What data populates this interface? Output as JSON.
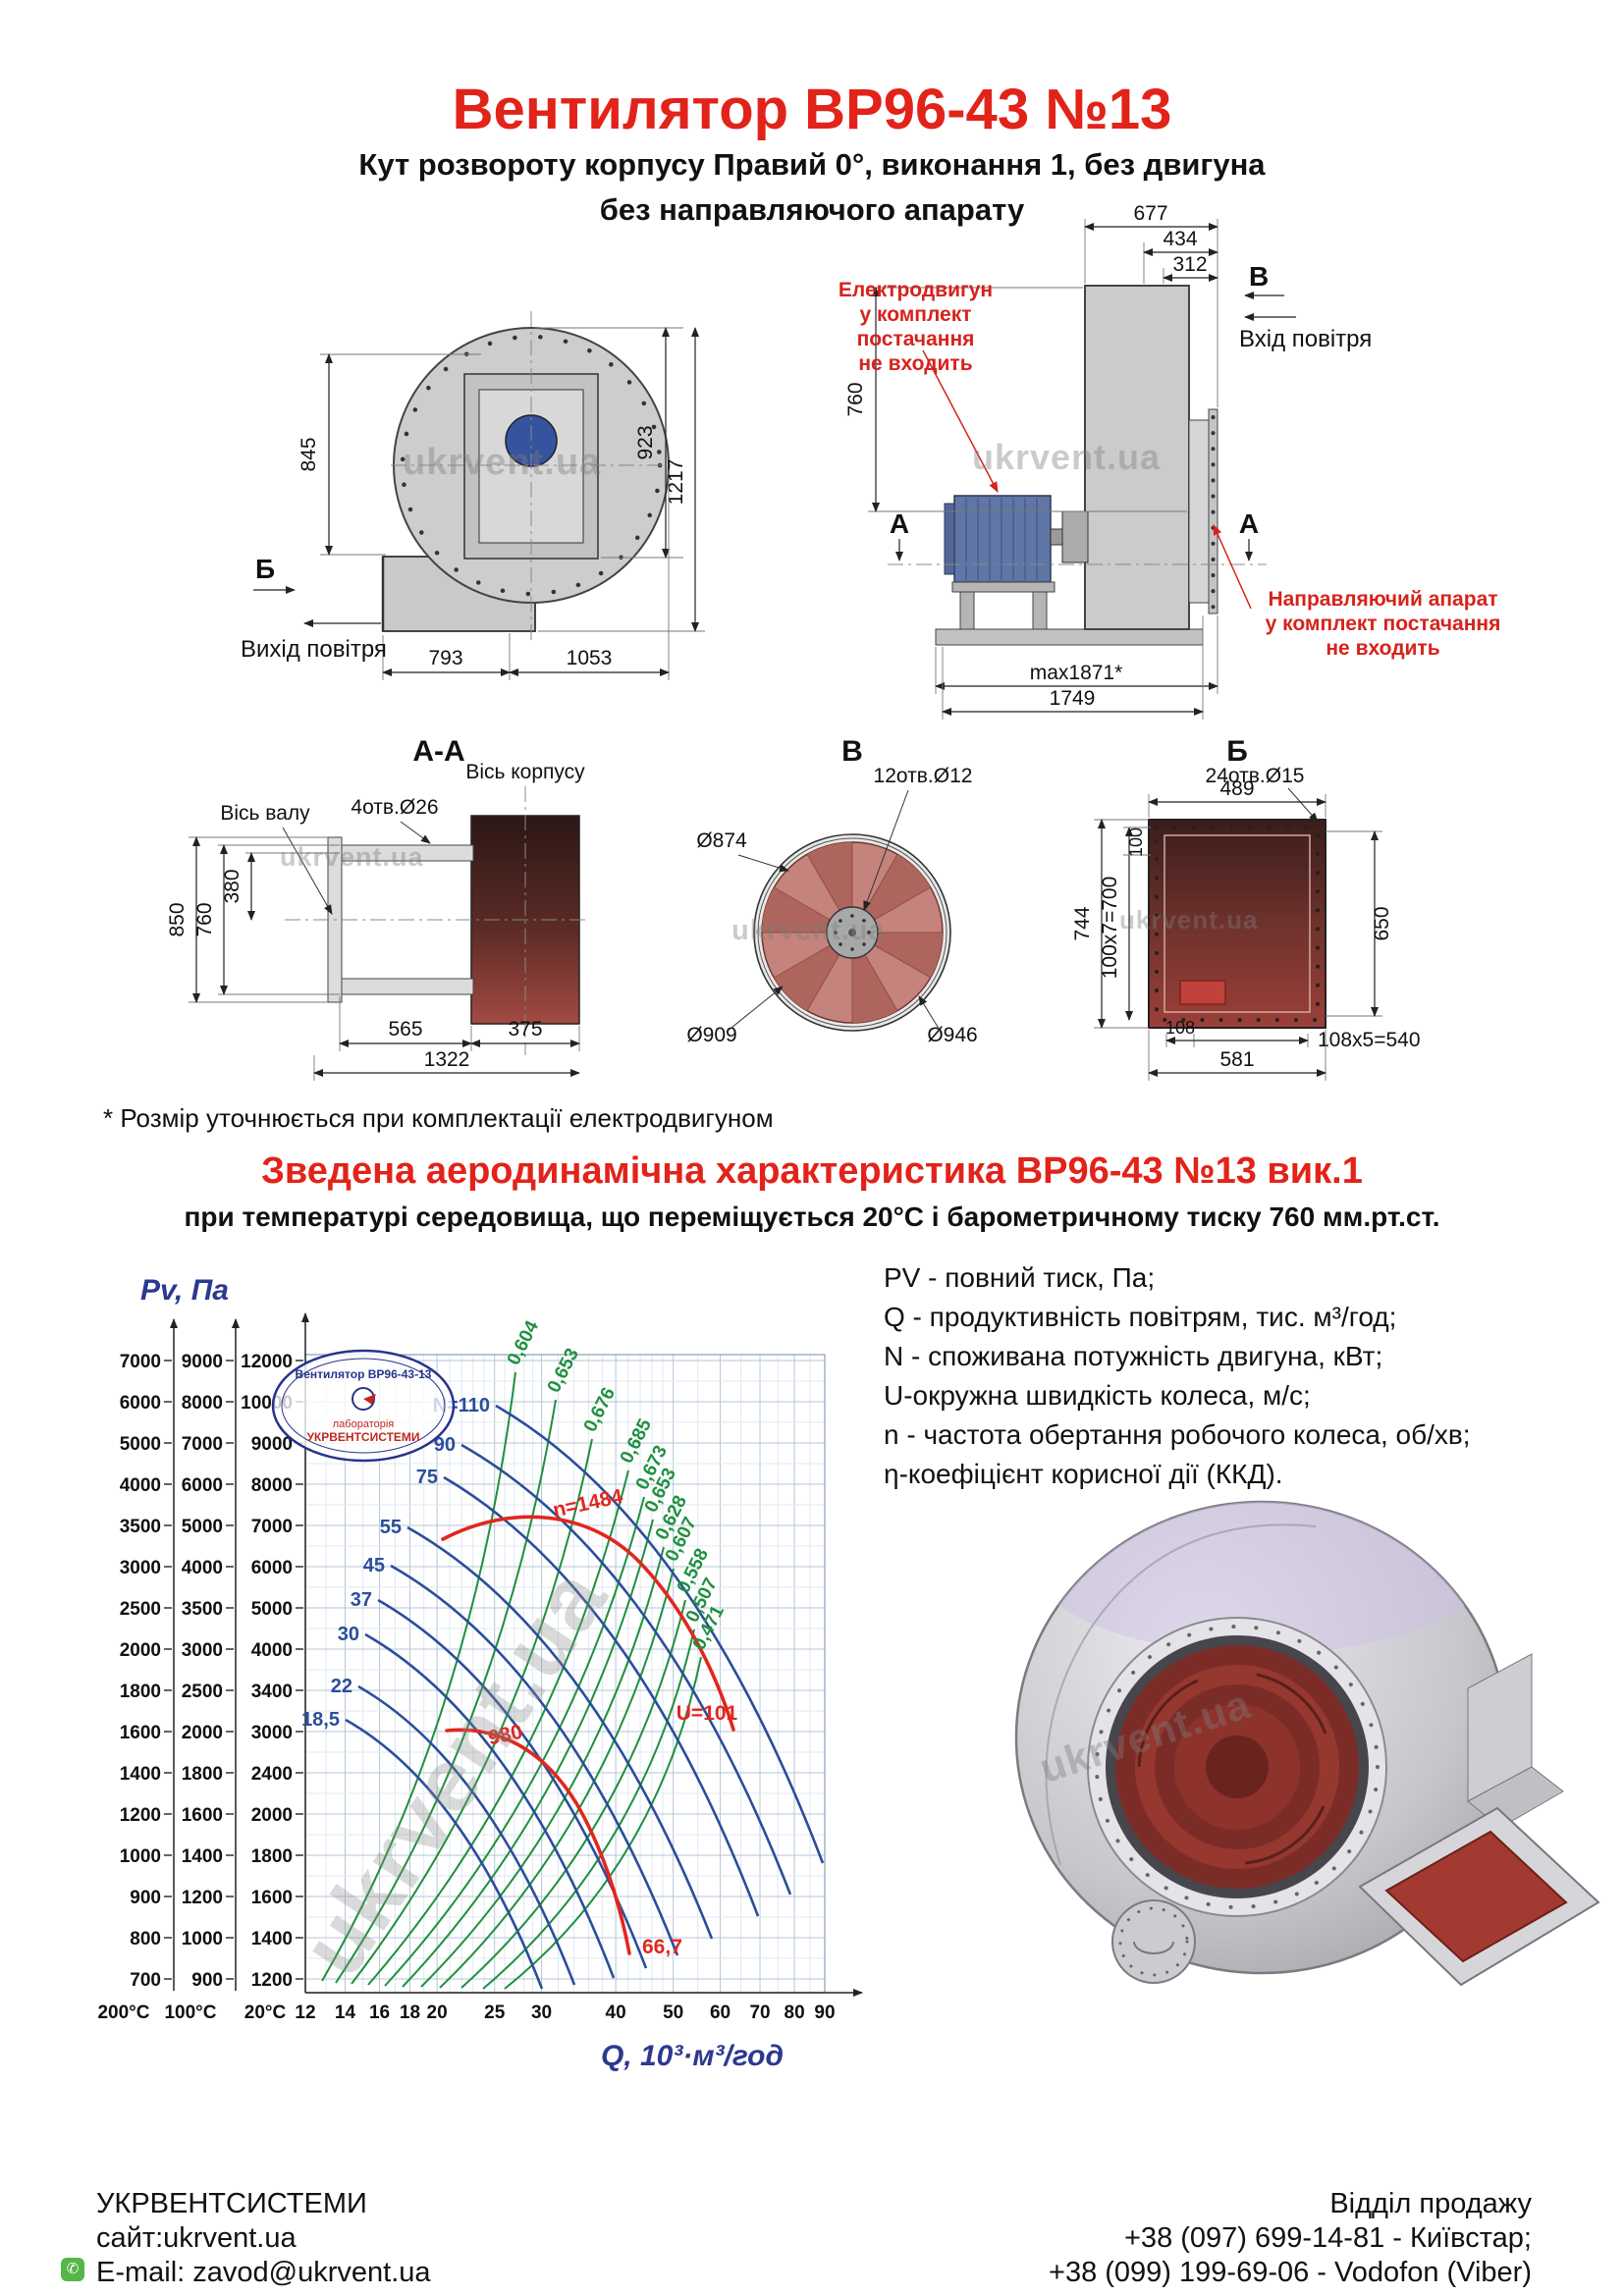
{
  "header": {
    "title": "Вентилятор ВР96-43 №13",
    "subtitle1": "Кут розвороту корпусу Правий 0°, виконання 1, без двигуна",
    "subtitle2": "без направляючого апарату"
  },
  "watermark": "ukrvent.ua",
  "front_view": {
    "dim_923": "923",
    "dim_845": "845",
    "dim_1217": "1217",
    "dim_793": "793",
    "dim_1053": "1053",
    "section_mark": "Б",
    "outlet_label": "Вихід повітря"
  },
  "side_view": {
    "dim_677": "677",
    "dim_434": "434",
    "dim_312": "312",
    "dim_760": "760",
    "dim_max": "max1871*",
    "dim_1749": "1749",
    "section_mark_v": "В",
    "section_mark_a_left": "А",
    "section_mark_a_right": "А",
    "inlet_label": "Вхід повітря",
    "note_motor": "Електродвигун\nу комплект постачання\nне входить",
    "note_guide": "Направляючий апарат\nу комплект постачання\nне входить"
  },
  "section_aa": {
    "title": "А-А",
    "axis_housing": "Вісь корпусу",
    "axis_shaft": "Вісь валу",
    "holes": "4отв.Ø26",
    "dim_850": "850",
    "dim_760": "760",
    "dim_380": "380",
    "dim_565": "565",
    "dim_375": "375",
    "dim_1322": "1322"
  },
  "section_v": {
    "title": "В",
    "holes": "12отв.Ø12",
    "dia_874": "Ø874",
    "dia_909": "Ø909",
    "dia_946": "Ø946"
  },
  "section_b": {
    "title": "Б",
    "holes": "24отв.Ø15",
    "dim_489": "489",
    "dim_744": "744",
    "dim_100x7": "100х7=700",
    "dim_100": "100",
    "dim_650": "650",
    "dim_108": "108",
    "dim_108x5": "108х5=540",
    "dim_581": "581"
  },
  "footnote": "* Розмір уточнюється при комплектації електродвигуном",
  "chart_data": {
    "type": "line",
    "title": "Зведена аеродинамічна характеристика ВР96-43 №13 вик.1",
    "subtitle": "при температурі середовища, що переміщується 20°С і барометричному тиску 760 мм.рт.ст.",
    "ylabel": "Pv, Па",
    "xlabel": "Q, 10³·м³/год",
    "x_scale": "log",
    "y_scale": "log",
    "x_ticks": [
      "12",
      "14",
      "16",
      "18",
      "20",
      "25",
      "30",
      "40",
      "50",
      "60",
      "70",
      "80",
      "90"
    ],
    "temperature_columns": [
      "200°С",
      "100°С",
      "20°С"
    ],
    "y_ticks_200C": [
      "7000",
      "6000",
      "5000",
      "4000",
      "3500",
      "3000",
      "2500",
      "2000",
      "1800",
      "1600",
      "1400",
      "1200",
      "1000",
      "900",
      "800",
      "700"
    ],
    "y_ticks_100C": [
      "9000",
      "8000",
      "7000",
      "6000",
      "5000",
      "4000",
      "3500",
      "3000",
      "2500",
      "2000",
      "1800",
      "1600",
      "1400",
      "1200",
      "1000",
      "900"
    ],
    "y_ticks_20C": [
      "12000",
      "10000",
      "9000",
      "8000",
      "7000",
      "6000",
      "5000",
      "4000",
      "3400",
      "3000",
      "2400",
      "2000",
      "1800",
      "1600",
      "1400",
      "1200"
    ],
    "power_curves_kW": [
      "N=110",
      "90",
      "75",
      "55",
      "45",
      "37",
      "30",
      "22",
      "18,5"
    ],
    "efficiency_values": [
      "0,604",
      "0,653",
      "0,676",
      "0,685",
      "0,673",
      "0,653",
      "0,628",
      "0,607",
      "0,558",
      "0,507",
      "0,471"
    ],
    "rpm_curves": [
      "n=1484",
      "980"
    ],
    "tip_speed_labels": [
      "U=101",
      "66,7"
    ],
    "stamp": {
      "line1": "Вентилятор ВР96-43-13",
      "line2": "лабораторія",
      "line3": "УКРВЕНТСИСТЕМИ"
    }
  },
  "legend": {
    "lines": [
      "PV - повний тиск, Па;",
      "Q - продуктивність повітрям, тис. м³/год;",
      "N - споживана потужність двигуна, кВт;",
      "U-окружна швидкість колеса, м/с;",
      "n - частота обертання робочого колеса, об/хв;",
      "η-коефіцієнт корисної дії (ККД)."
    ]
  },
  "footer": {
    "company": "УКРВЕНТСИСТЕМИ",
    "site": "сайт:ukrvent.ua",
    "email": "E-mail: zavod@ukrvent.ua",
    "sales": "Відділ продажу",
    "phone1": "+38 (097) 699-14-81 - Київстар;",
    "phone2": "+38 (099) 199-69-06 - Vodofon (Viber)"
  }
}
